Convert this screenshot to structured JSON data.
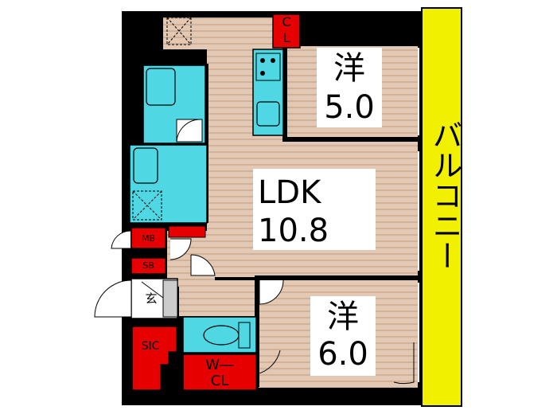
{
  "rooms": {
    "western_north": {
      "name": "洋",
      "size": "5.0"
    },
    "ldk": {
      "name": "LDK",
      "size": "10.8"
    },
    "western_south": {
      "name": "洋",
      "size": "6.0"
    }
  },
  "storage": {
    "closet_top": [
      "C",
      "L"
    ],
    "walk_in_closet": [
      "W―",
      "CL"
    ],
    "shoe_closet": "SIC"
  },
  "utilities": {
    "meter_box": "MB",
    "shoe_box": "SB",
    "entrance": "玄"
  },
  "balcony": "バルコニー",
  "colors": {
    "wall": "#000000",
    "floor": "#e3c8b3",
    "floor_line": "#c9a98f",
    "water_area": "#4fd8e3",
    "storage": "#e60000",
    "balcony": "#f0f000",
    "label_bg": "#ffffff"
  }
}
